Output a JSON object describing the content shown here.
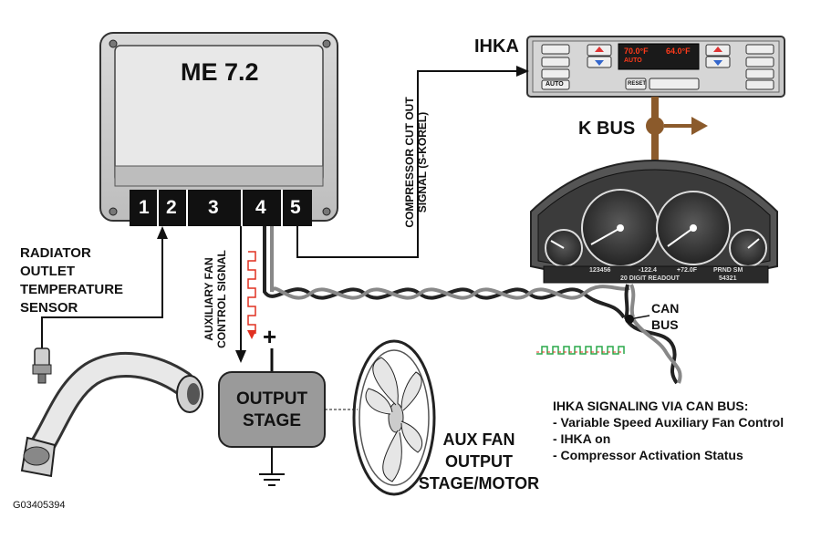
{
  "ecu": {
    "title": "ME 7.2",
    "pins": [
      "1",
      "2",
      "3",
      "4",
      "5"
    ]
  },
  "ihka": {
    "label": "IHKA",
    "display_left": "70.0°F",
    "display_right": "64.0°F",
    "display_mode": "AUTO",
    "auto_button": "AUTO",
    "reset_button": "RESET"
  },
  "kbus_label": "K BUS",
  "can_bus_label": [
    "CAN",
    "BUS"
  ],
  "compressor_signal_label": [
    "COMPRESSOR CUT OUT",
    "SIGNAL (S-KOREL)"
  ],
  "aux_fan_control_label": [
    "AUXILIARY FAN",
    "CONTROL SIGNAL"
  ],
  "radiator_sensor_label": [
    "RADIATOR",
    "OUTLET",
    "TEMPERATURE",
    "SENSOR"
  ],
  "output_stage": {
    "label": [
      "OUTPUT",
      "STAGE"
    ],
    "plus": "+"
  },
  "aux_fan_label": [
    "AUX FAN",
    "OUTPUT",
    "STAGE/MOTOR"
  ],
  "cluster": {
    "odometer": "123456",
    "trip": "-122.4",
    "temp": "+72.0F",
    "message": "20 DIGIT READOUT",
    "gear": "PRND SM",
    "code": "54321"
  },
  "signaling": {
    "title": "IHKA  SIGNALING VIA CAN BUS:",
    "items": [
      "- Variable Speed Auxiliary Fan Control",
      "- IHKA on",
      "- Compressor Activation Status"
    ]
  },
  "figure_id": "G03405394",
  "colors": {
    "kbus": "#8b5a2b",
    "signal_red": "#e03020",
    "can_green": "#2aa84a",
    "ihka_display": "#ff3a1a"
  }
}
